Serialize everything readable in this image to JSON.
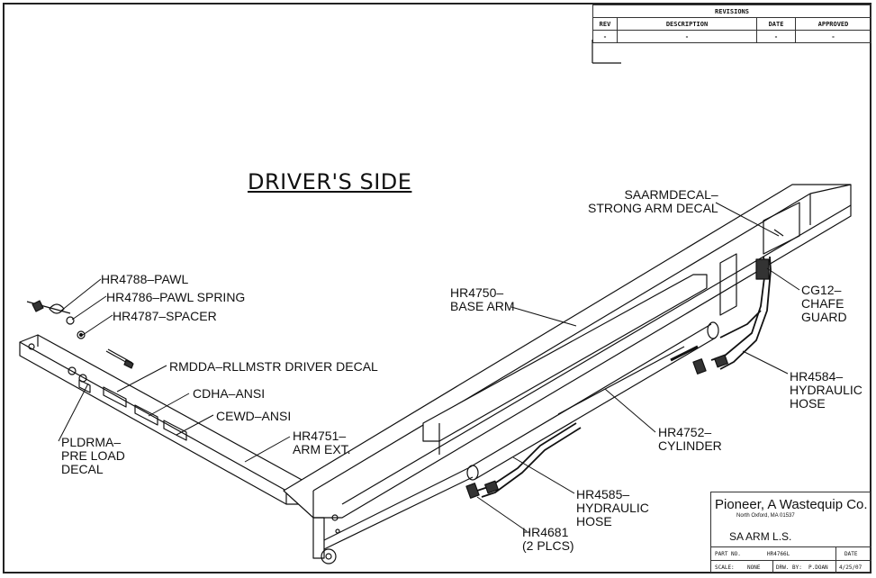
{
  "heading": "DRIVER'S SIDE",
  "revisions": {
    "title": "REVISIONS",
    "columns": [
      "REV",
      "DESCRIPTION",
      "DATE",
      "APPROVED"
    ],
    "row": [
      "-",
      "-",
      "-",
      "-"
    ]
  },
  "callouts": {
    "hr4788": "HR4788–PAWL",
    "hr4786": "HR4786–PAWL SPRING",
    "hr4787": "HR4787–SPACER",
    "rmdda": "RMDDA–RLLMSTR DRIVER DECAL",
    "cdha": "CDHA–ANSI",
    "cewd": "CEWD–ANSI",
    "hr4751_l1": "HR4751–",
    "hr4751_l2": "ARM EXT.",
    "pldrma_l1": "PLDRMA–",
    "pldrma_l2": "PRE LOAD",
    "pldrma_l3": "DECAL",
    "hr4750_l1": "HR4750–",
    "hr4750_l2": "BASE ARM",
    "saarm_l1": "SAARMDECAL–",
    "saarm_l2": "STRONG ARM DECAL",
    "cg12_l1": "CG12–",
    "cg12_l2": "CHAFE",
    "cg12_l3": "GUARD",
    "hr4584_l1": "HR4584–",
    "hr4584_l2": "HYDRAULIC",
    "hr4584_l3": "HOSE",
    "hr4752_l1": "HR4752–",
    "hr4752_l2": "CYLINDER",
    "hr4585_l1": "HR4585–",
    "hr4585_l2": "HYDRAULIC",
    "hr4585_l3": "HOSE",
    "hr4681_l1": "HR4681",
    "hr4681_l2": "(2 PLCS)"
  },
  "title_block": {
    "company": "Pioneer, A Wastequip Co.",
    "address": "North Oxford, MA  01537",
    "drawing_title": "SA ARM L.S.",
    "part_no_label": "PART NO.",
    "part_no": "HR4766L",
    "date_label": "DATE",
    "scale_label": "SCALE:",
    "scale": "NONE",
    "drawn_by_label": "DRW. BY:",
    "drawn_by": "P.DOAN",
    "date": "4/25/07"
  }
}
